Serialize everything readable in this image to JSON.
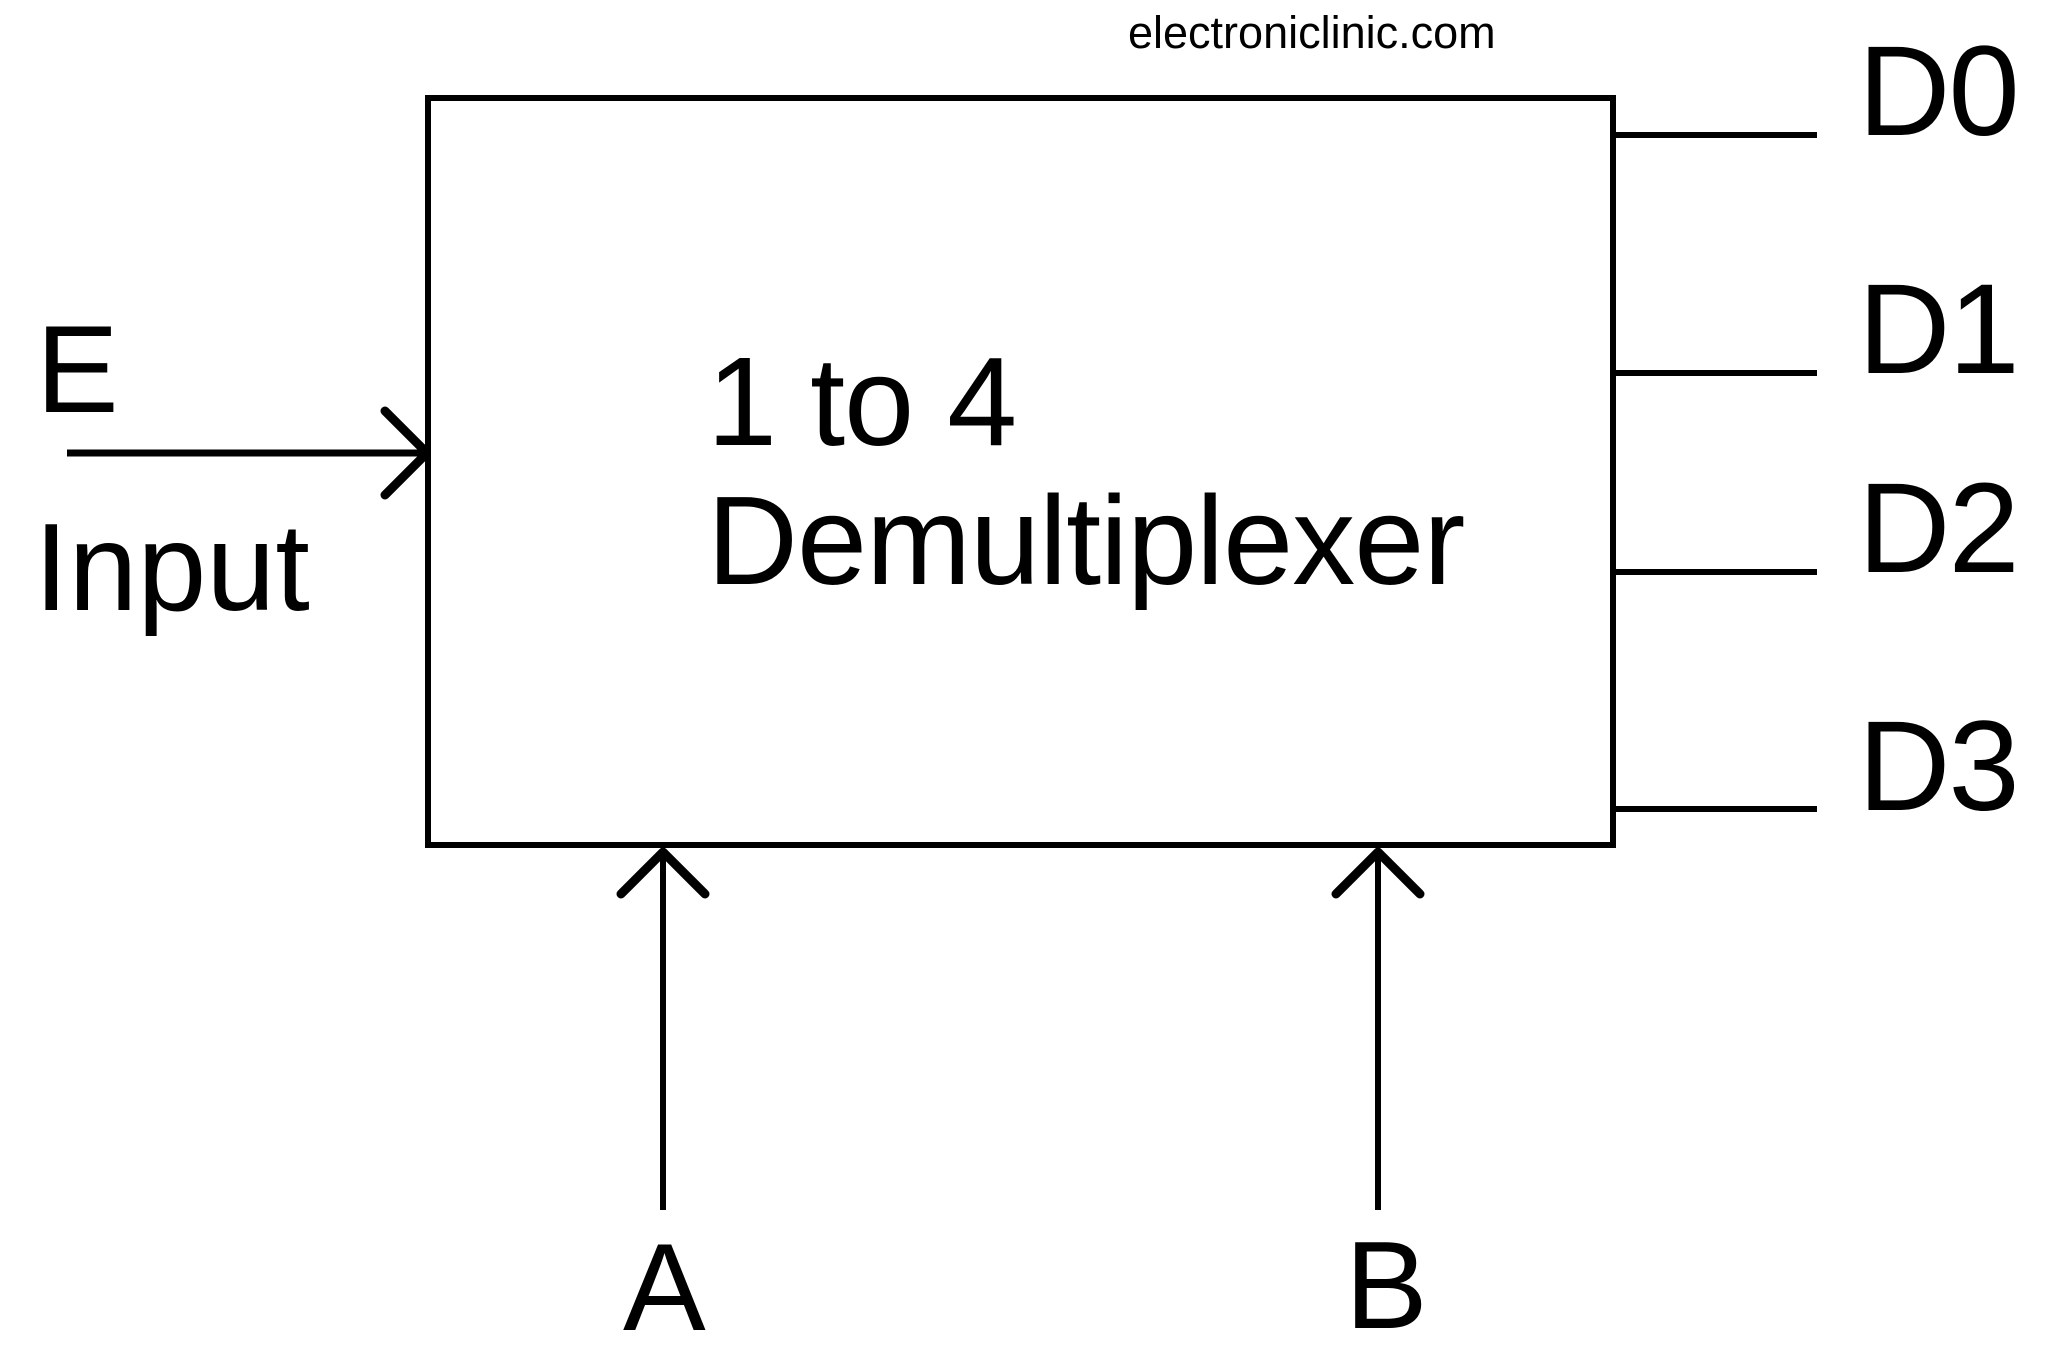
{
  "watermark": "electroniclinic.com",
  "box": {
    "title_line1": "1 to 4",
    "title_line2": "Demultiplexer"
  },
  "left_input": {
    "signal": "E",
    "caption": "Input"
  },
  "outputs": [
    {
      "label": "D0"
    },
    {
      "label": "D1"
    },
    {
      "label": "D2"
    },
    {
      "label": "D3"
    }
  ],
  "select_inputs": [
    {
      "label": "A"
    },
    {
      "label": "B"
    }
  ],
  "colors": {
    "line": "#000000",
    "background": "#ffffff"
  }
}
